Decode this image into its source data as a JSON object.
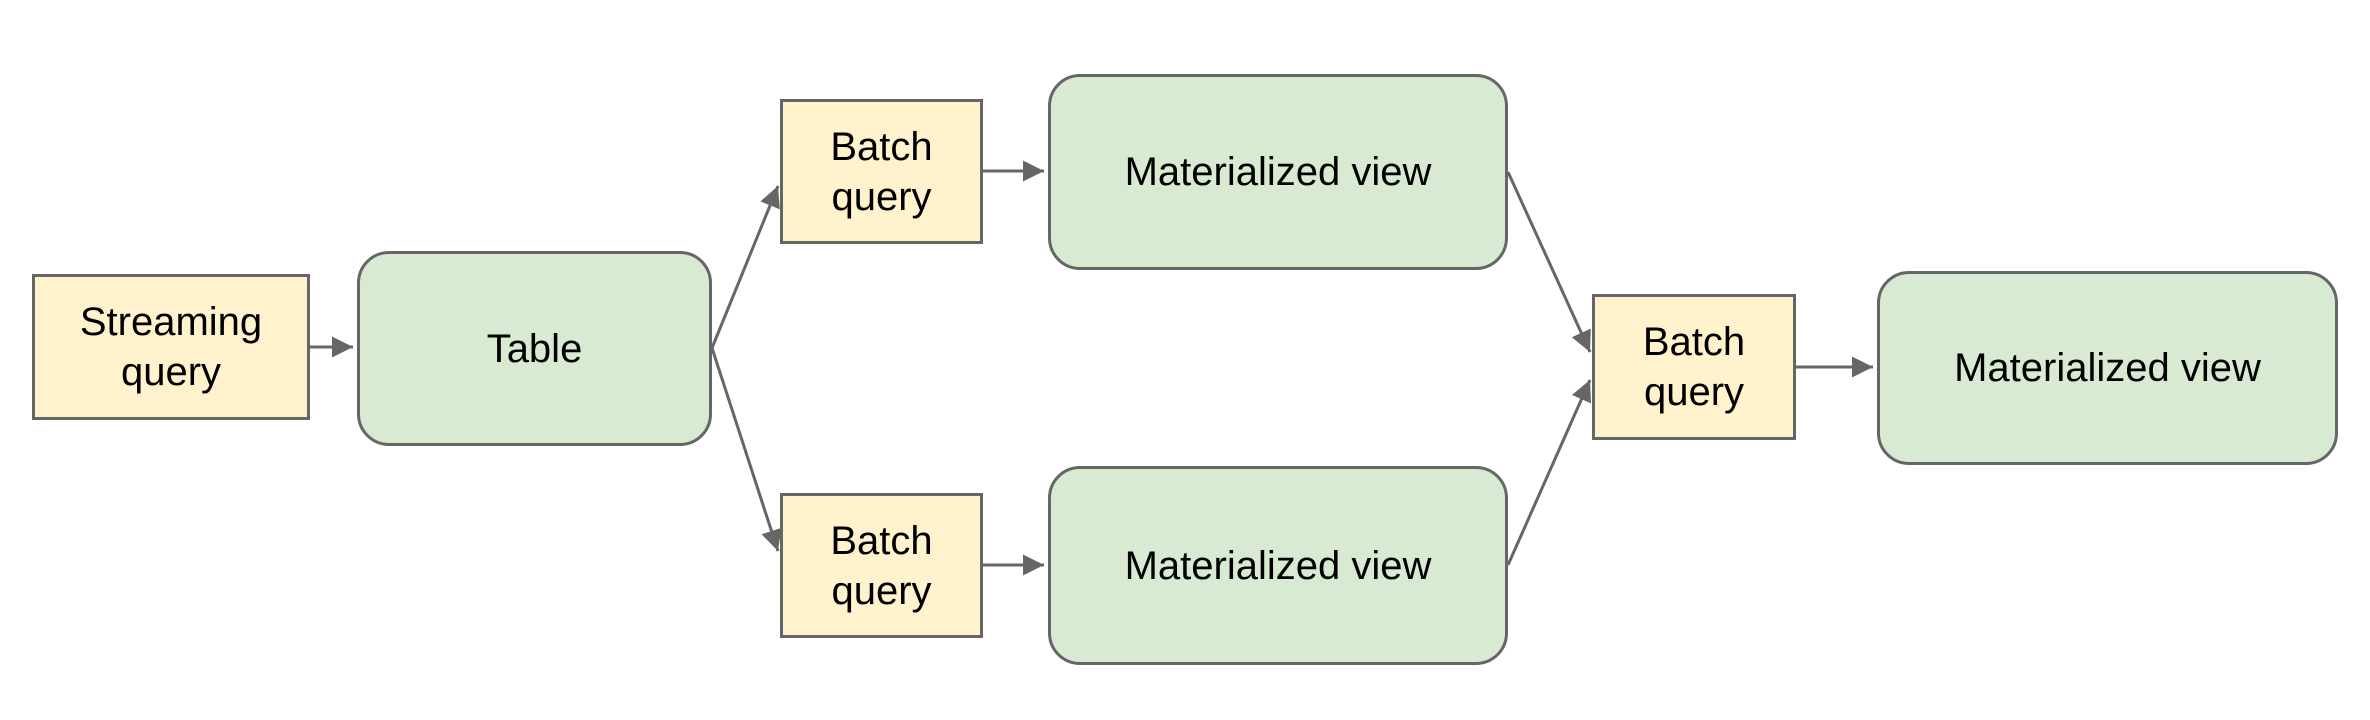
{
  "diagram": {
    "type": "flowchart",
    "background": "#ffffff",
    "colors": {
      "process_fill": "#fff2cc",
      "datastore_fill": "#d9ead3",
      "shape_border": "#666666",
      "connector": "#666666",
      "text": "#000000",
      "background": "#ffffff"
    },
    "nodes": {
      "streaming_query": {
        "label": "Streaming query",
        "shape": "rectangle",
        "fill": "#fff2cc"
      },
      "table": {
        "label": "Table",
        "shape": "rounded-rectangle",
        "fill": "#d9ead3"
      },
      "batch_query_top": {
        "label": "Batch query",
        "shape": "rectangle",
        "fill": "#fff2cc"
      },
      "materialized_view_top": {
        "label": "Materialized view",
        "shape": "rounded-rectangle",
        "fill": "#d9ead3"
      },
      "batch_query_bottom": {
        "label": "Batch query",
        "shape": "rectangle",
        "fill": "#fff2cc"
      },
      "materialized_view_bottom": {
        "label": "Materialized view",
        "shape": "rounded-rectangle",
        "fill": "#d9ead3"
      },
      "batch_query_right": {
        "label": "Batch query",
        "shape": "rectangle",
        "fill": "#fff2cc"
      },
      "materialized_view_right": {
        "label": "Materialized view",
        "shape": "rounded-rectangle",
        "fill": "#d9ead3"
      }
    },
    "edges": [
      {
        "from": "streaming_query",
        "to": "table"
      },
      {
        "from": "table",
        "to": "batch_query_top"
      },
      {
        "from": "table",
        "to": "batch_query_bottom"
      },
      {
        "from": "batch_query_top",
        "to": "materialized_view_top"
      },
      {
        "from": "batch_query_bottom",
        "to": "materialized_view_bottom"
      },
      {
        "from": "materialized_view_top",
        "to": "batch_query_right"
      },
      {
        "from": "materialized_view_bottom",
        "to": "batch_query_right"
      },
      {
        "from": "batch_query_right",
        "to": "materialized_view_right"
      }
    ]
  }
}
